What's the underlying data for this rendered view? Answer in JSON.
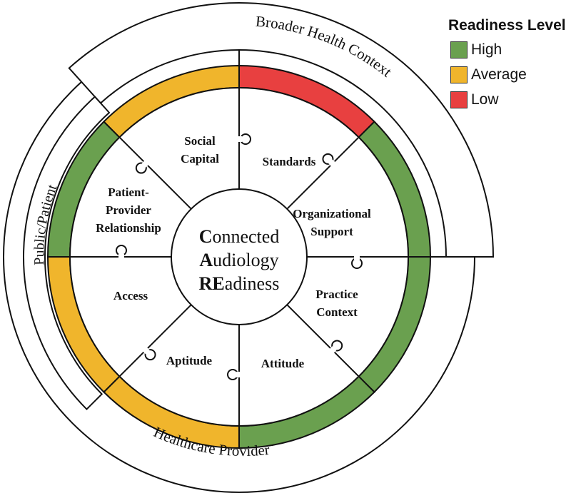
{
  "diagram": {
    "center_title": {
      "lines": [
        {
          "bold": "C",
          "rest": "onnected"
        },
        {
          "bold": "A",
          "rest": "udiology"
        },
        {
          "bold": "RE",
          "rest": "adiness"
        }
      ]
    },
    "outer_contexts": {
      "broader_health": "Broader Health Context",
      "public_patient": "Public/Patient",
      "healthcare_provider": "Healthcare Provider"
    },
    "segments": [
      {
        "id": "standards",
        "lines": [
          "Standards"
        ],
        "level": "Low"
      },
      {
        "id": "organizational-support",
        "lines": [
          "Organizational",
          "Support"
        ],
        "level": "High"
      },
      {
        "id": "practice-context",
        "lines": [
          "Practice",
          "Context"
        ],
        "level": "High"
      },
      {
        "id": "attitude",
        "lines": [
          "Attitude"
        ],
        "level": "High"
      },
      {
        "id": "aptitude",
        "lines": [
          "Aptitude"
        ],
        "level": "Average"
      },
      {
        "id": "access",
        "lines": [
          "Access"
        ],
        "level": "Average"
      },
      {
        "id": "patient-provider-relationship",
        "lines": [
          "Patient-",
          "Provider",
          "Relationship"
        ],
        "level": "High"
      },
      {
        "id": "social-capital",
        "lines": [
          "Social",
          "Capital"
        ],
        "level": "Average"
      }
    ]
  },
  "legend": {
    "title": "Readiness Level",
    "items": [
      {
        "label": "High",
        "color": "#6aa04f"
      },
      {
        "label": "Average",
        "color": "#f0b52c"
      },
      {
        "label": "Low",
        "color": "#e84040"
      }
    ]
  }
}
